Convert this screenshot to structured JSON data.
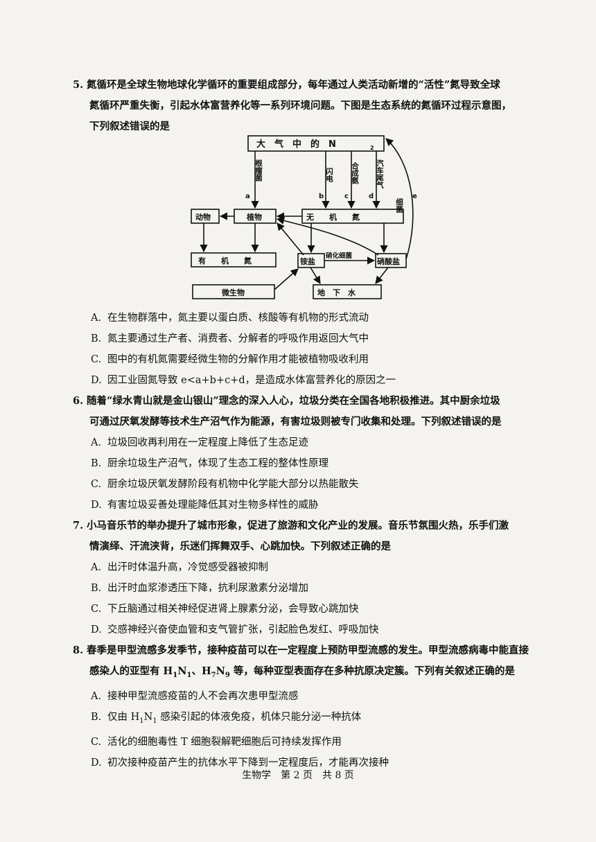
{
  "q5": {
    "number": "5.",
    "stem_line1": "氮循环是全球生物地球化学循环的重要组成部分，每年通过人类活动新增的“活性”氮导致全球",
    "stem_line2": "氮循环严重失衡，引起水体富营养化等一系列环境问题。下图是生态系统的氮循环过程示意图，",
    "stem_line3": "下列叙述错误的是",
    "diagram": {
      "atmosphere_n2": "大　气　中　的　N",
      "atmosphere_sub": "2",
      "nodes": {
        "animal": "动物",
        "plant": "植物",
        "inorganic_n": "无　　机　　氮",
        "organic_n": "有　　机　　氮",
        "ammonium": "铵盐",
        "nitrate": "硝酸盐",
        "microbe": "微生物",
        "groundwater": "地　下　水"
      },
      "edge_labels": {
        "root_nodule": "根瘤菌",
        "lightning": "闪电",
        "synthetic_ammonia": "合成氨",
        "car_exhaust": "汽车尾气",
        "bacteria": "细菌",
        "nitrifying": "硝化细菌"
      },
      "letters": [
        "a",
        "b",
        "c",
        "d",
        "e"
      ]
    },
    "options": [
      {
        "label": "A.",
        "text": "在生物群落中，氮主要以蛋白质、核酸等有机物的形式流动"
      },
      {
        "label": "B.",
        "text": "氮主要通过生产者、消费者、分解者的呼吸作用返回大气中"
      },
      {
        "label": "C.",
        "text": "图中的有机氮需要经微生物的分解作用才能被植物吸收利用"
      },
      {
        "label": "D.",
        "text": "因工业固氮导致 e<a+b+c+d，是造成水体富营养化的原因之一"
      }
    ]
  },
  "q6": {
    "number": "6.",
    "stem_line1": "随着“绿水青山就是金山银山”理念的深入人心，垃圾分类在全国各地积极推进。其中厨余垃圾",
    "stem_line2": "可通过厌氧发酵等技术生产沼气作为能源，有害垃圾则被专门收集和处理。下列叙述错误的是",
    "options": [
      {
        "label": "A.",
        "text": "垃圾回收再利用在一定程度上降低了生态足迹"
      },
      {
        "label": "B.",
        "text": "厨余垃圾生产沼气，体现了生态工程的整体性原理"
      },
      {
        "label": "C.",
        "text": "厨余垃圾厌氧发酵阶段有机物中化学能大部分以热能散失"
      },
      {
        "label": "D.",
        "text": "有害垃圾妥善处理能降低其对生物多样性的威胁"
      }
    ]
  },
  "q7": {
    "number": "7.",
    "stem_line1": "小马音乐节的举办提升了城市形象，促进了旅游和文化产业的发展。音乐节氛围火热，乐手们激",
    "stem_line2": "情演绎、汗流浃背，乐迷们挥舞双手、心跳加快。下列叙述正确的是",
    "options": [
      {
        "label": "A.",
        "text": "出汗时体温升高，冷觉感受器被抑制"
      },
      {
        "label": "B.",
        "text": "出汗时血浆渗透压下降，抗利尿激素分泌增加"
      },
      {
        "label": "C.",
        "text": "下丘脑通过相关神经促进肾上腺素分泌，会导致心跳加快"
      },
      {
        "label": "D.",
        "text": "交感神经兴奋使血管和支气管扩张，引起脸色发红、呼吸加快"
      }
    ]
  },
  "q8": {
    "number": "8.",
    "stem_line1": "春季是甲型流感多发季节，接种疫苗可以在一定程度上预防甲型流感的发生。甲型流感病毒中能直接",
    "stem_line2_a": "感染人的亚型有 H",
    "stem_line2_b": "N",
    "stem_line2_c": "、H",
    "stem_line2_d": "N",
    "stem_line2_e": " 等，每种亚型表面存在多种抗原决定簇。下列有关叙述正确的是",
    "sub1": "1",
    "sub7": "7",
    "sub9": "9",
    "options": [
      {
        "label": "A.",
        "text": "接种甲型流感疫苗的人不会再次患甲型流感"
      },
      {
        "label": "B.",
        "text_a": "仅由 H",
        "text_b": "N",
        "text_c": " 感染引起的体液免疫，机体只能分泌一种抗体"
      },
      {
        "label": "C.",
        "text": "活化的细胞毒性 T 细胞裂解靶细胞后可持续发挥作用"
      },
      {
        "label": "D.",
        "text": "初次接种疫苗产生的抗体水平下降到一定程度后，才能再次接种"
      }
    ]
  },
  "footer": "生物学　第 2 页　共 8 页"
}
